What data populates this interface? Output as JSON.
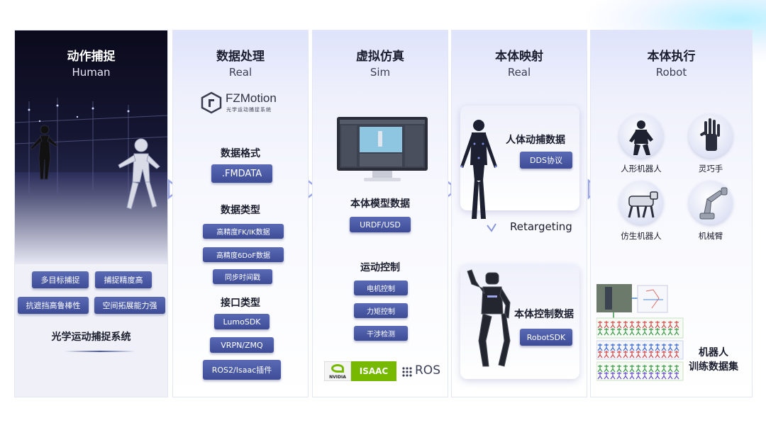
{
  "columns": [
    {
      "title": "动作捕捉",
      "subtitle": "Human"
    },
    {
      "title": "数据处理",
      "subtitle": "Real"
    },
    {
      "title": "虚拟仿真",
      "subtitle": "Sim"
    },
    {
      "title": "本体映射",
      "subtitle": "Real"
    },
    {
      "title": "本体执行",
      "subtitle": "Robot"
    }
  ],
  "capture": {
    "tags": [
      "多目标捕捉",
      "捕捉精度高",
      "抗遮挡高鲁棒性",
      "空间拓展能力强"
    ],
    "system_name": "光学运动捕捉系统"
  },
  "processing": {
    "logo_name": "FZMotion",
    "logo_sub": "光学运动捕捉系统",
    "format_title": "数据格式",
    "format_value": ".FMDATA",
    "type_title": "数据类型",
    "types": [
      "高精度FK/IK数据",
      "高精度6DoF数据",
      "同步时间戳"
    ],
    "interface_title": "接口类型",
    "interfaces": [
      "LumoSDK",
      "VRPN/ZMQ",
      "ROS2/Isaac插件"
    ]
  },
  "sim": {
    "model_title": "本体模型数据",
    "model_value": "URDF/USD",
    "control_title": "运动控制",
    "controls": [
      "电机控制",
      "力矩控制",
      "干涉检测"
    ],
    "logos": {
      "nvidia": "NVIDIA",
      "isaac": "ISAAC",
      "ros": "ROS"
    }
  },
  "mapping": {
    "human_title": "人体动捕数据",
    "human_tag": "DDS协议",
    "retarget": "Retargeting",
    "robot_title": "本体控制数据",
    "robot_tag": "RobotSDK"
  },
  "robots": {
    "items": [
      "人形机器人",
      "灵巧手",
      "仿生机器人",
      "机械臂"
    ],
    "dataset_title_line1": "机器人",
    "dataset_title_line2": "训练数据集"
  },
  "colors": {
    "accent": "#46549f",
    "arrow": "#9aa6e8"
  }
}
